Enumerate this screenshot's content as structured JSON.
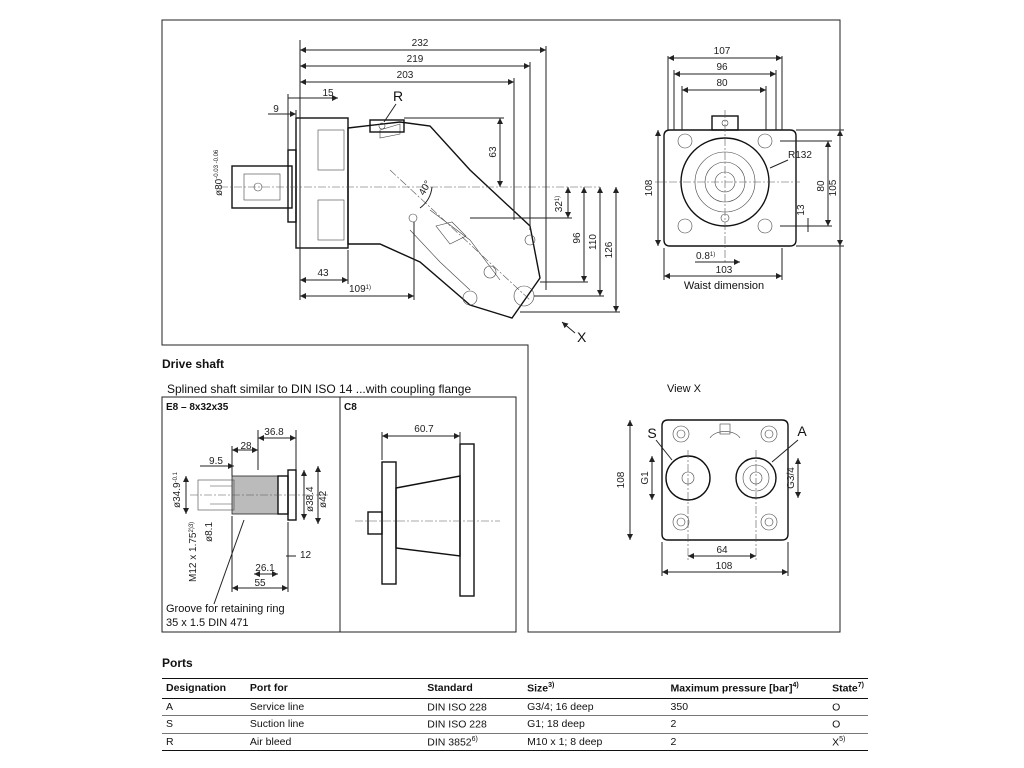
{
  "top_view": {
    "dims": {
      "d232": "232",
      "d219": "219",
      "d203": "203",
      "d15": "15",
      "d9": "9",
      "d63": "63",
      "d32": "32",
      "d32_note": "1)",
      "d96": "96",
      "d110": "110",
      "d126": "126",
      "d43": "43",
      "d109": "109",
      "d109_note": "1)",
      "d40": "40°",
      "shaft_dia": "ø80",
      "shaft_tol": "-0.03 -0.06"
    },
    "port_r": "R",
    "view_x_arrow": "X"
  },
  "front_view": {
    "dims": {
      "d107": "107",
      "d96": "96",
      "d80": "80",
      "r132": "R132",
      "d108": "108",
      "d80v": "80",
      "d105": "105",
      "d13": "13",
      "d08": "0.8",
      "d08_note": "1)",
      "d103": "103"
    },
    "caption": "Waist dimension"
  },
  "drive_shaft": {
    "title": "Drive shaft",
    "subtitle": "Splined shaft similar to DIN ISO 14 ...with coupling flange",
    "e8": {
      "label": "E8 – 8x32x35",
      "dims": {
        "d368": "36.8",
        "d28": "28",
        "d95": "9.5",
        "d349": "ø34.9",
        "d349_tol": "-0.1",
        "d81": "ø8.1",
        "m12": "M12 x 1.75",
        "m12_note": "2)3)",
        "d384": "ø38.4",
        "d42": "ø42",
        "d12": "12",
        "d261": "26.1",
        "d55": "55"
      },
      "note_line1": "Groove for retaining ring",
      "note_line2": "35 x 1.5 DIN 471"
    },
    "c8": {
      "label": "C8",
      "d607": "60.7"
    }
  },
  "view_x": {
    "title": "View X",
    "port_s": "S",
    "port_a": "A",
    "dims": {
      "d108v": "108",
      "g1": "G1",
      "g34": "G3/4",
      "d64": "64",
      "d108h": "108"
    }
  },
  "ports": {
    "title": "Ports",
    "columns": [
      "Designation",
      "Port for",
      "Standard",
      "Size",
      "Maximum pressure [bar]",
      "State"
    ],
    "column_notes": [
      "",
      "",
      "",
      "3)",
      "4)",
      "7)"
    ],
    "rows": [
      {
        "designation": "A",
        "port_for": "Service line",
        "standard": "DIN ISO 228",
        "standard_note": "",
        "size": "G3/4; 16 deep",
        "pressure": "350",
        "state": "O",
        "state_note": ""
      },
      {
        "designation": "S",
        "port_for": "Suction line",
        "standard": "DIN ISO 228",
        "standard_note": "",
        "size": "G1; 18 deep",
        "pressure": "2",
        "state": "O",
        "state_note": ""
      },
      {
        "designation": "R",
        "port_for": "Air bleed",
        "standard": "DIN 3852",
        "standard_note": "6)",
        "size": "M10 x 1; 8 deep",
        "pressure": "2",
        "state": "X",
        "state_note": "5)"
      }
    ]
  }
}
